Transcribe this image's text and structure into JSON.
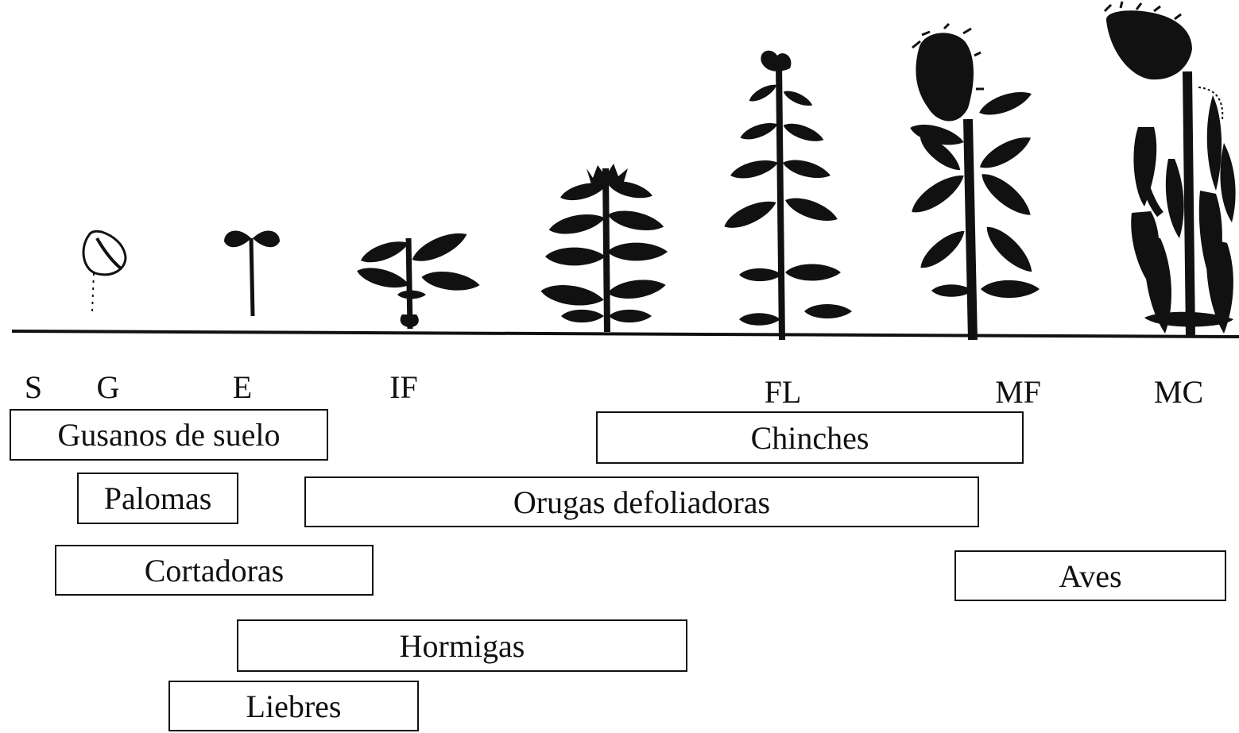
{
  "stages": [
    "S",
    "G",
    "E",
    "IF",
    "FL",
    "MF",
    "MC"
  ],
  "pests": [
    "Gusanos de suelo",
    "Chinches",
    "Palomas",
    "Orugas defoliadoras",
    "Cortadoras",
    "Aves",
    "Hormigas",
    "Liebres"
  ],
  "colors": {
    "ink": "#111111",
    "background": "#ffffff"
  }
}
